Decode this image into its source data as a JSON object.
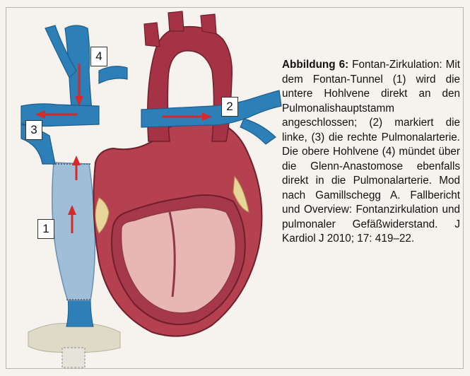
{
  "figure": {
    "label": "Abbildung 6:",
    "caption_text": "Fontan-Zirkulation: Mit dem Fontan-Tunnel (1) wird die untere Hohlvene direkt an den Pulmonalishauptstamm angeschlossen; (2) markiert die linke, (3) die rechte Pulmonalarterie. Die obere Hohlvene (4) mündet über die Glenn-Anastomose ebenfalls direkt in die Pulmonalarterie. Mod nach Gamillschegg A. Fallbericht und Overview: Fontanzirkulation und pulmonaler Gefäßwiderstand. J Kardiol J 2010; 17: 419–22.",
    "markers": [
      "1",
      "2",
      "3",
      "4"
    ]
  },
  "colors": {
    "vein_blue": "#2d7fb8",
    "tunnel_blue": "#9fbfd8",
    "heart_red": "#b5404f",
    "ventricle_pink": "#e8b7b4",
    "arrow_red": "#d42a2a",
    "fat_yellow": "#e8d59a"
  }
}
